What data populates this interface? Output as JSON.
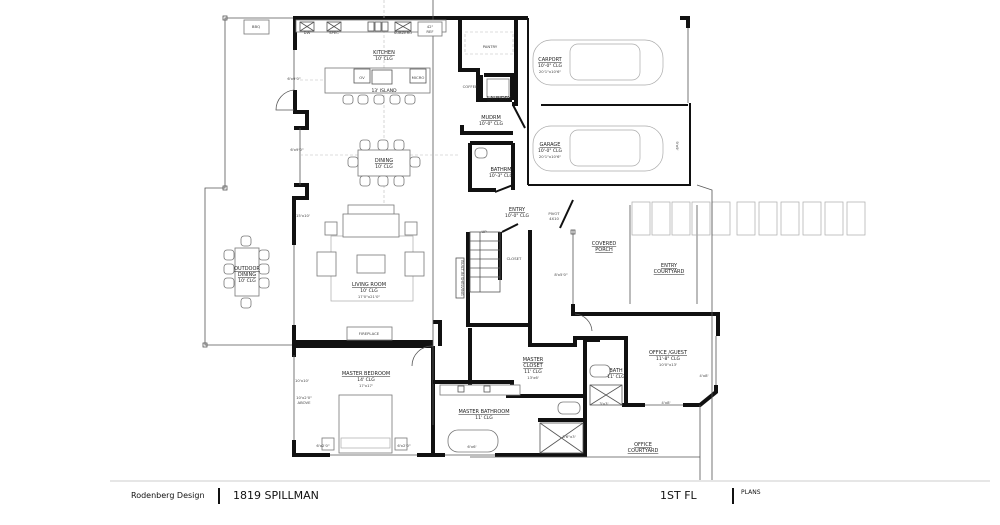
{
  "rooms": {
    "kitchen": {
      "name": "KITCHEN",
      "clg": "10' CLG"
    },
    "island": "13' ISLAND",
    "dining": {
      "name": "DINING",
      "clg": "10' CLG"
    },
    "living": {
      "name": "LIVING ROOM",
      "clg": "10' CLG",
      "size": "17'0\"x21'0\""
    },
    "outdoor_dining": {
      "name1": "OUTDOOR",
      "name2": "DINING",
      "clg": "10' CLG"
    },
    "fireplace": "FIREPLACE",
    "master_bedroom": {
      "name": "MASTER BEDROOM",
      "clg": "14' CLG",
      "size": "17'x17'"
    },
    "master_bathroom": {
      "name": "MASTER BATHROOM",
      "clg": "11' CLG"
    },
    "master_closet": {
      "name1": "MASTER",
      "name2": "CLOSET",
      "clg": "11' CLG",
      "size": "13'x6'"
    },
    "entry": {
      "name": "ENTRY",
      "clg": "10'-0\" CLG"
    },
    "pivot": {
      "l1": "PIVOT",
      "l2": "4X10"
    },
    "closet": "CLOSET",
    "up": "UP",
    "covered_porch": {
      "name1": "COVERED",
      "name2": "PORCH"
    },
    "entry_courtyard": {
      "name1": "ENTRY",
      "name2": "COURTYARD"
    },
    "office_guest": {
      "name": "OFFICE /GUEST",
      "clg": "11'-8\" CLG",
      "size": "10'0\"x13'"
    },
    "bath": {
      "name": "BATH",
      "clg": "11' CLG"
    },
    "office_courtyard": {
      "name1": "OFFICE",
      "name2": "COURTYARD"
    },
    "carport": {
      "name": "CARPORT",
      "clg": "10'-0\" CLG",
      "size": "20'1\"x10'6\""
    },
    "garage": {
      "name": "GARAGE",
      "clg": "10'-0\" CLG",
      "size": "20'1\"x10'6\""
    },
    "mudrm": {
      "name": "MUDRM",
      "clg": "10'-0\" CLG"
    },
    "laundry": "LAUNDRY",
    "coffee": "COFFEE",
    "pantry": "PANTRY",
    "bathrm": {
      "name": "BATHRM",
      "clg": "10'-3\" CLG"
    },
    "bbq": "BBQ",
    "ref": {
      "l1": "42\"",
      "l2": "REF"
    },
    "appliances": {
      "dw": "DW",
      "sink": "SPEC",
      "range": "SUBZERO",
      "ov": "OV",
      "micro": "MICRO"
    },
    "storage": "BUILT-IN SHELVING"
  },
  "dims": {
    "kitchen_window": "6'x9'0\"",
    "dining_window": "6'x9'0\"",
    "living_window": "15'x10'",
    "bedroom_window": "10'x10'",
    "bedroom_window2": "10'x2'0\"",
    "bedroom_window2b": "ABOVE",
    "bed_left": "6'x2'0\"",
    "bed_right": "6'x2'0\"",
    "tub": "6'x6'",
    "shower": "3'6\"x3'",
    "bath_shower": "3'x3'",
    "office_window": "4'x8'",
    "office_door": "4'x8'",
    "porch_window": "8'x5'0\"",
    "garage_door": "9'x9'"
  },
  "footer": {
    "company": "Rodenberg Design",
    "project": "1819 SPILLMAN",
    "floor": "1ST FL",
    "sheet": "PLANS"
  }
}
